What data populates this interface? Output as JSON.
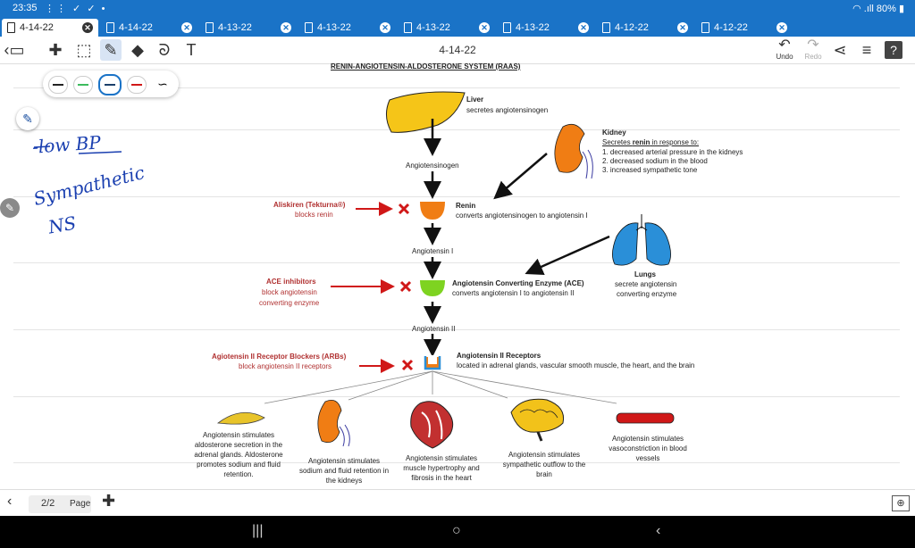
{
  "status": {
    "time": "23:35",
    "icons": "⋮⋮ ✓ ✓ •",
    "battery": "80%"
  },
  "tabs": [
    {
      "label": "4-14-22"
    },
    {
      "label": "4-14-22"
    },
    {
      "label": "4-13-22"
    },
    {
      "label": "4-13-22"
    },
    {
      "label": "4-13-22"
    },
    {
      "label": "4-13-22"
    },
    {
      "label": "4-12-22"
    },
    {
      "label": "4-12-22"
    }
  ],
  "toolbar": {
    "title": "4-14-22",
    "undo": "Undo",
    "redo": "Redo"
  },
  "notes": {
    "line1": "-low BP",
    "line2": "Sympathetic",
    "line3": "NS"
  },
  "diagram": {
    "heading": "RENIN-ANGIOTENSIN-ALDOSTERONE SYSTEM (RAAS)",
    "liver_title": "Liver",
    "liver_text": "secretes angiotensinogen",
    "kidney_title": "Kidney",
    "kidney_l1_pre": "Secretes ",
    "kidney_l1_b": "renin",
    "kidney_l1_post": " in response to:",
    "kidney_l2": "1. decreased arterial pressure in the kidneys",
    "kidney_l3": "2. decreased sodium in the blood",
    "kidney_l4": "3. increased sympathetic tone",
    "angiotensinogen": "Angiotensinogen",
    "aliskiren_title": "Aliskiren (Tekturna®)",
    "aliskiren_text": "blocks renin",
    "renin_title": "Renin",
    "renin_text": "converts angiotensinogen to angiotensin I",
    "angiotensin1": "Angiotensin I",
    "ace_inh_title": "ACE inhibitors",
    "ace_inh_l1": "block angiotensin",
    "ace_inh_l2": "converting enzyme",
    "ace_title": "Angiotensin Converting Enzyme (ACE)",
    "ace_text": "converts angiotensin I to angiotensin II",
    "lungs_title": "Lungs",
    "lungs_l1": "secrete angiotensin",
    "lungs_l2": "converting enzyme",
    "angiotensin2": "Angiotensin II",
    "arb_title": "Agiotensin II Receptor Blockers (ARBs)",
    "arb_text": "block angiotensin II receptors",
    "rec_title": "Angiotensin II Receptors",
    "rec_text": "located in adrenal glands, vascular smooth muscle, the heart, and the brain",
    "eff1": "Angiotensin stimulates aldosterone secretion in the adrenal glands. Aldosterone promotes sodium and fluid retention.",
    "eff2": "Angiotensin stimulates sodium and fluid retention in the kidneys",
    "eff3": "Angiotensin stimulates muscle hypertrophy and fibrosis in the heart",
    "eff4": "Angiotensin stimulates sympathetic outflow to the brain",
    "eff5": "Angiotensin stimulates vasoconstriction in blood vessels"
  },
  "pager": {
    "value": "2/2",
    "label": "Page"
  },
  "colors": {
    "accent": "#1a73c7",
    "liver": "#f5c518",
    "kidney": "#f07d14",
    "ace": "#7ed321",
    "lung": "#2a8fd8",
    "drug": "#b03030",
    "ink": "#1a3fb0"
  }
}
